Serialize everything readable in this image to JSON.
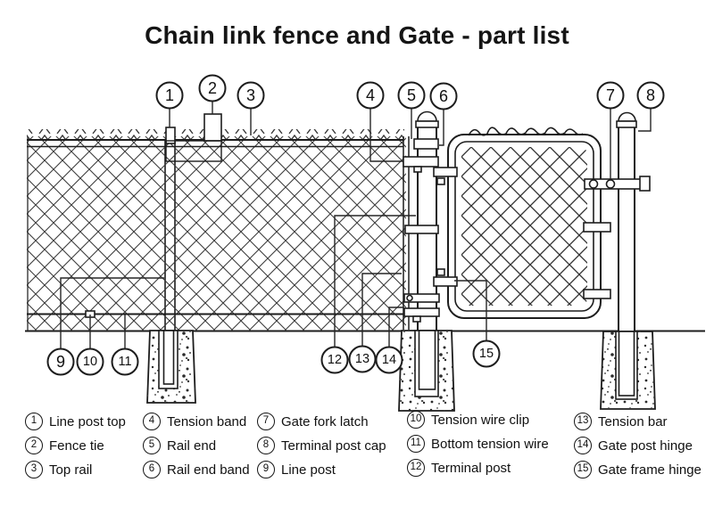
{
  "title": "Chain link fence and Gate - part list",
  "parts": [
    {
      "num": "1",
      "label": "Line post top"
    },
    {
      "num": "2",
      "label": "Fence tie"
    },
    {
      "num": "3",
      "label": "Top rail"
    },
    {
      "num": "4",
      "label": "Tension band"
    },
    {
      "num": "5",
      "label": "Rail end"
    },
    {
      "num": "6",
      "label": "Rail end band"
    },
    {
      "num": "7",
      "label": "Gate fork latch"
    },
    {
      "num": "8",
      "label": "Terminal post cap"
    },
    {
      "num": "9",
      "label": "Line post"
    },
    {
      "num": "10",
      "label": "Tension wire clip"
    },
    {
      "num": "11",
      "label": "Bottom tension wire"
    },
    {
      "num": "12",
      "label": "Terminal post"
    },
    {
      "num": "13",
      "label": "Tension bar"
    },
    {
      "num": "14",
      "label": "Gate post hinge"
    },
    {
      "num": "15",
      "label": "Gate frame hinge"
    }
  ]
}
